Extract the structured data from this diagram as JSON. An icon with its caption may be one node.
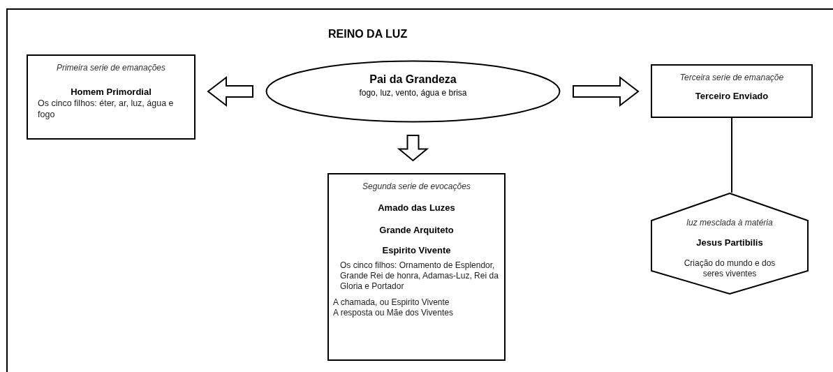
{
  "diagram": {
    "title": "REINO DA LUZ",
    "nodes": [
      {
        "text": [
          "Pai da Grandeza",
          "fogo, luz, vento, água e brisa"
        ]
      },
      {
        "text": [
          "Primeira serie de emanações",
          "Homem Primordial",
          "Os cinco filhos: éter, ar, luz, água e fogo"
        ]
      },
      {
        "text": [
          "Segunda serie de evocações",
          "Amado das Luzes",
          "Grande Arquiteto",
          "Espirito Vivente",
          "Os cinco filhos: Ornamento de Esplendor, Grande Rei de honra, Adamas-Luz, Rei da Gloria e Portador",
          "A chamada, ou Espirito Vivente",
          "A resposta ou Mãe dos Viventes"
        ]
      },
      {
        "text": [
          "Terceira serie de emanaçõe",
          "Terceiro Enviado"
        ]
      },
      {
        "text": [
          "luz mesclada à matéria",
          "Jesus Partibilis",
          "Criação do mundo e dos seres viventes"
        ]
      }
    ],
    "edges": [
      {
        "from": 0,
        "to": 1,
        "arrow": "to"
      },
      {
        "from": 0,
        "to": 2,
        "arrow": "to"
      },
      {
        "from": 0,
        "to": 3,
        "arrow": "to"
      },
      {
        "from": 3,
        "to": 4,
        "arrow": "none"
      }
    ]
  }
}
